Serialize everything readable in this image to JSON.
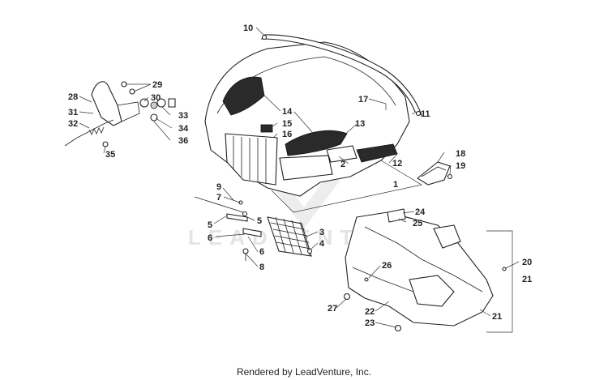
{
  "footer": "Rendered by LeadVenture, Inc.",
  "watermark": "LEADVENTURE",
  "callouts": [
    "1",
    "2",
    "3",
    "4",
    "5",
    "5",
    "6",
    "6",
    "7",
    "8",
    "9",
    "10",
    "11",
    "12",
    "13",
    "14",
    "15",
    "16",
    "17",
    "18",
    "19",
    "20",
    "21",
    "22",
    "23",
    "24",
    "25",
    "26",
    "27",
    "28",
    "29",
    "30",
    "31",
    "32",
    "33",
    "34",
    "35",
    "35",
    "36"
  ]
}
